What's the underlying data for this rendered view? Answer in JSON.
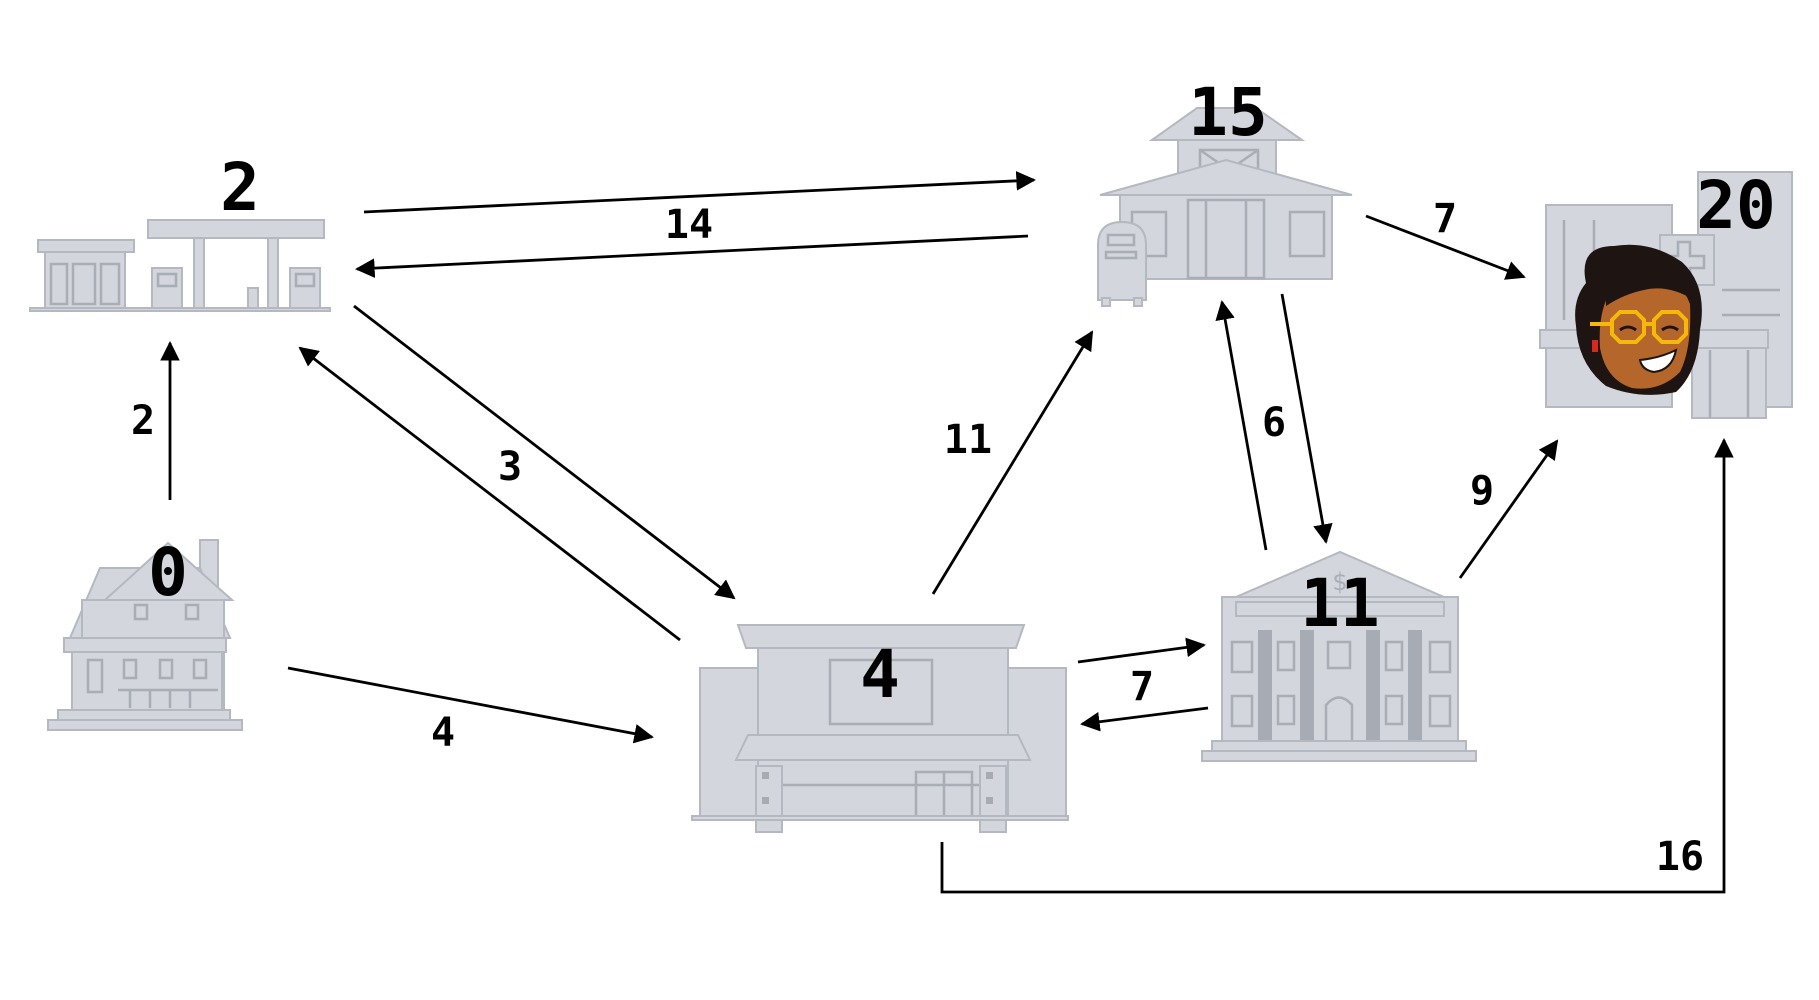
{
  "nodes": {
    "house": {
      "label": "0",
      "icon": "house-icon"
    },
    "gas_station": {
      "label": "2",
      "icon": "gas-station-icon"
    },
    "shop": {
      "label": "4",
      "icon": "shop-icon"
    },
    "post_office": {
      "label": "15",
      "icon": "post-office-icon"
    },
    "bank": {
      "label": "11",
      "icon": "bank-icon"
    },
    "hospital": {
      "label": "20",
      "icon": "hospital-icon"
    }
  },
  "edges": [
    {
      "id": "house-gas",
      "label": "2"
    },
    {
      "id": "house-shop",
      "label": "4"
    },
    {
      "id": "gas-shop",
      "label": "3"
    },
    {
      "id": "gas-post",
      "label": "14"
    },
    {
      "id": "shop-post",
      "label": "11"
    },
    {
      "id": "shop-bank",
      "label": "7"
    },
    {
      "id": "post-bank",
      "label": "6"
    },
    {
      "id": "post-hospital",
      "label": "7"
    },
    {
      "id": "bank-hospital",
      "label": "9"
    },
    {
      "id": "shop-hospital",
      "label": "16"
    }
  ],
  "colors": {
    "building_fill": "#d3d6dc",
    "building_stroke": "#a9adb6",
    "edge": "#000000",
    "avatar_skin": "#b5662b",
    "avatar_hair": "#1e1512",
    "avatar_glasses": "#f5b80b"
  }
}
